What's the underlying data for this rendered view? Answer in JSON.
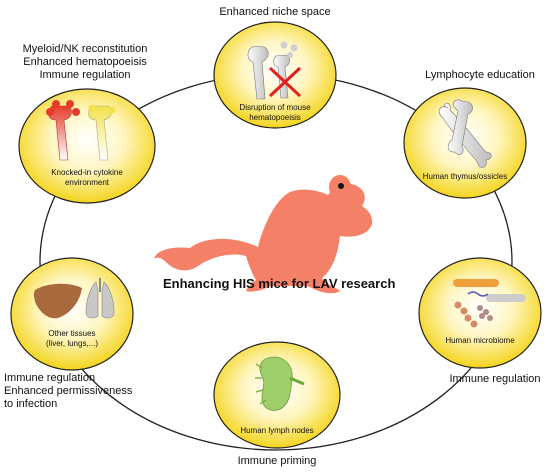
{
  "title": "Enhancing HIS mice for LAV research",
  "colors": {
    "node_fill_center": "#ffffff",
    "node_fill_edge": "#f2cf00",
    "mouse": "#f58068",
    "ring": "#222222"
  },
  "nodes": [
    {
      "id": "niche",
      "caption": [
        "Disruption of mouse",
        "hematopoeisis"
      ],
      "labels": [
        "Enhanced niche space"
      ],
      "icon": "bone-marrow-with-cross-icon"
    },
    {
      "id": "thymus",
      "caption": [
        "Human thymus/ossicles"
      ],
      "labels": [
        "Lymphocyte education"
      ],
      "icon": "bone-icon"
    },
    {
      "id": "microbiome",
      "caption": [
        "Human microbiome"
      ],
      "labels": [
        "Immune regulation"
      ],
      "icon": "bacteria-icon"
    },
    {
      "id": "lymph",
      "caption": [
        "Human lymph nodes"
      ],
      "labels": [
        "Immune priming"
      ],
      "icon": "lymph-node-icon"
    },
    {
      "id": "tissues",
      "caption": [
        "Other tissues",
        "(liver, lungs,...)"
      ],
      "labels": [
        "Immune regulation",
        "Enhanced permissiveness",
        "to infection"
      ],
      "icon": "liver-lungs-icon"
    },
    {
      "id": "cytokine",
      "caption": [
        "Knocked-in cytokine",
        "environment"
      ],
      "labels": [
        "Myeloid/NK reconstitution",
        "Enhanced hematopoeisis",
        "Immune regulation"
      ],
      "icon": "cytokine-cells-icon"
    }
  ]
}
